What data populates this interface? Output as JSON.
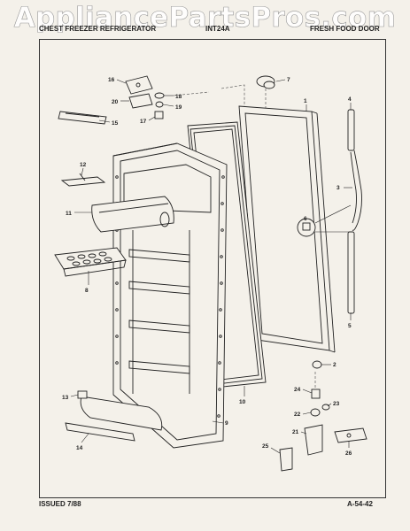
{
  "watermark": "AppliancePartsPros.com",
  "header": {
    "left": "CHEST FREEZER REFRIGERATOR",
    "middle": "INT24A",
    "right": "FRESH FOOD DOOR"
  },
  "footer": {
    "issued": "ISSUED 7/88",
    "code": "A-54-42"
  },
  "callouts": {
    "c1": "1",
    "c2": "2",
    "c3": "3",
    "c4": "4",
    "c5": "5",
    "c6": "6",
    "c7": "7",
    "c8": "8",
    "c9": "9",
    "c10": "10",
    "c11": "11",
    "c12": "12",
    "c13": "13",
    "c14": "14",
    "c15": "15",
    "c16": "16",
    "c17": "17",
    "c18": "18",
    "c19": "19",
    "c20": "20",
    "c21": "21",
    "c22": "22",
    "c23": "23",
    "c24": "24",
    "c25": "25",
    "c26": "26"
  }
}
